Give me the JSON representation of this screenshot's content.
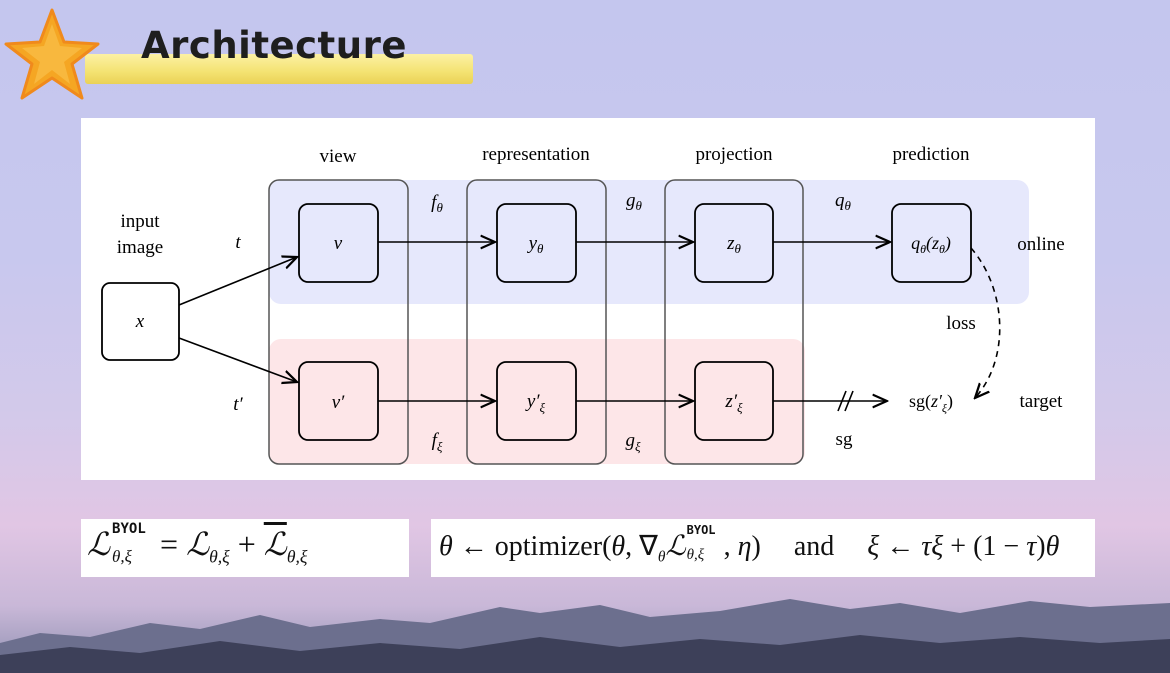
{
  "slide": {
    "title": "Architecture"
  },
  "diagram": {
    "column_labels": [
      "view",
      "representation",
      "projection",
      "prediction"
    ],
    "input_label_line1": "input",
    "input_label_line2": "image",
    "input_node": "x",
    "online_label": "online",
    "target_label": "target",
    "loss_label": "loss",
    "sg_label": "sg",
    "online_nodes": [
      "v",
      "y",
      "z",
      "q(z)"
    ],
    "target_nodes": [
      "v′",
      "y′",
      "z′",
      "sg(z′)"
    ],
    "edge_labels_online": [
      "f",
      "g",
      "q"
    ],
    "edge_labels_target": [
      "f",
      "g"
    ],
    "aug_online": "t",
    "aug_target": "t′",
    "colors": {
      "online_band": "#e6e8fc",
      "target_band": "#fde6e8",
      "box_stroke": "#000000",
      "group_stroke": "#555555"
    }
  },
  "formulas": {
    "loss_formula": "L_{θ,ξ}^{BYOL} = L_{θ,ξ} + L̃_{θ,ξ}",
    "update_formula": "θ ← optimizer(θ, ∇_θ L_{θ,ξ}^{BYOL}, η)   and   ξ ← τξ + (1 − τ)θ",
    "and_word": "and"
  }
}
